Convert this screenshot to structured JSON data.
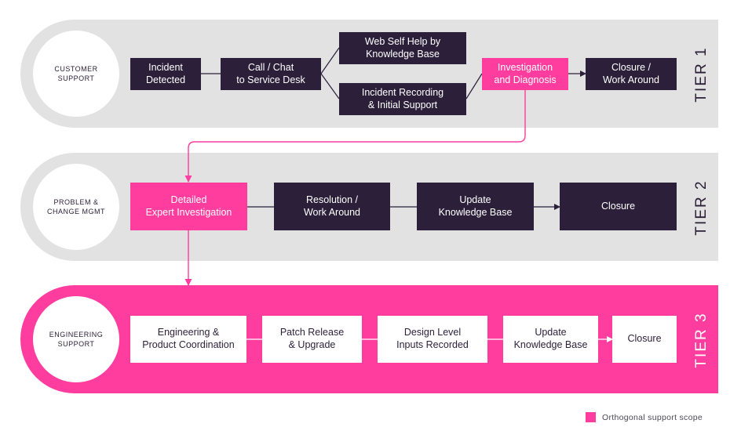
{
  "tiers": [
    {
      "level": "TIER 1",
      "group": "CUSTOMER\nSUPPORT",
      "steps": [
        {
          "label": "Incident\nDetected",
          "style": "dark"
        },
        {
          "label": "Call / Chat\nto Service Desk",
          "style": "dark"
        },
        {
          "label": "Web Self Help by\nKnowledge Base",
          "style": "dark"
        },
        {
          "label": "Incident Recording\n& Initial Support",
          "style": "dark"
        },
        {
          "label": "Investigation\nand Diagnosis",
          "style": "pink"
        },
        {
          "label": "Closure /\nWork Around",
          "style": "dark"
        }
      ]
    },
    {
      "level": "TIER 2",
      "group": "PROBLEM &\nCHANGE MGMT",
      "steps": [
        {
          "label": "Detailed\nExpert Investigation",
          "style": "pink"
        },
        {
          "label": "Resolution /\nWork Around",
          "style": "dark"
        },
        {
          "label": "Update\nKnowledge Base",
          "style": "dark"
        },
        {
          "label": "Closure",
          "style": "dark"
        }
      ]
    },
    {
      "level": "TIER 3",
      "group": "ENGINEERING\nSUPPORT",
      "steps": [
        {
          "label": "Engineering &\nProduct Coordination",
          "style": "white"
        },
        {
          "label": "Patch Release\n& Upgrade",
          "style": "white"
        },
        {
          "label": "Design Level\nInputs Recorded",
          "style": "white"
        },
        {
          "label": "Update\nKnowledge Base",
          "style": "white"
        },
        {
          "label": "Closure",
          "style": "white"
        }
      ]
    }
  ],
  "legend": {
    "label": "Orthogonal support scope"
  },
  "colors": {
    "band_grey": "#e2e2e2",
    "band_pink": "#ff3d9e",
    "box_dark": "#2b1f3a",
    "highlight": "#ff3d9e",
    "connector": "#2b1f3a"
  }
}
